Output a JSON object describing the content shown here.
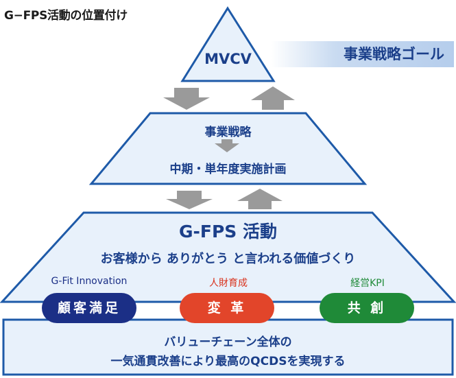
{
  "header": {
    "title": "G−FPS活動の位置付け"
  },
  "top": {
    "label": "MVCV",
    "goal": "事業戦略ゴール"
  },
  "middle": {
    "line1": "事業戦略",
    "line2": "中期・単年度実施計画"
  },
  "lower": {
    "title": "G-FPS 活動",
    "subtitle": "お客様から ありがとう と言われる価値づくり",
    "pillars": [
      {
        "sublabel": "G-Fit Innovation",
        "label": "顧客満足",
        "color": "#1b2f86",
        "sub_color": "#1b2f86"
      },
      {
        "sublabel": "人財育成",
        "label": "変 革",
        "color": "#e2452a",
        "sub_color": "#d9321c"
      },
      {
        "sublabel": "経営KPI",
        "label": "共 創",
        "color": "#1f8a38",
        "sub_color": "#1f8a38"
      }
    ]
  },
  "base": {
    "line1": "バリューチェーン全体の",
    "line2": "一気通貫改善により最高のQCDSを実現する"
  },
  "colors": {
    "border": "#1e5aa8",
    "fill": "#e8f1fb",
    "arrow": "#9a9a9a",
    "text": "#1b3f8a"
  }
}
